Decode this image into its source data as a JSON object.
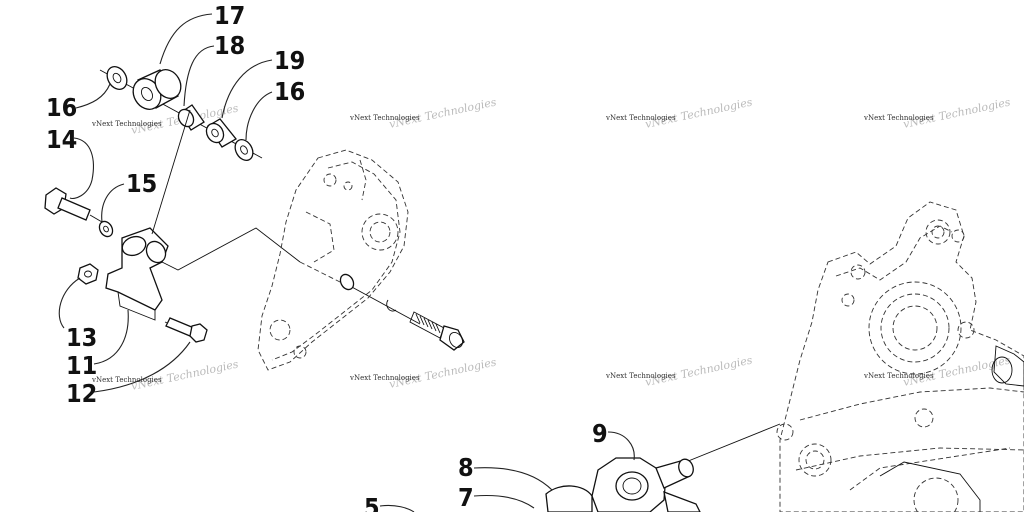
{
  "callouts": [
    "17",
    "18",
    "19",
    "16",
    "16",
    "14",
    "15",
    "13",
    "11",
    "12",
    "9",
    "8",
    "7",
    "5"
  ],
  "watermark": {
    "text": "vNext Technologies"
  }
}
